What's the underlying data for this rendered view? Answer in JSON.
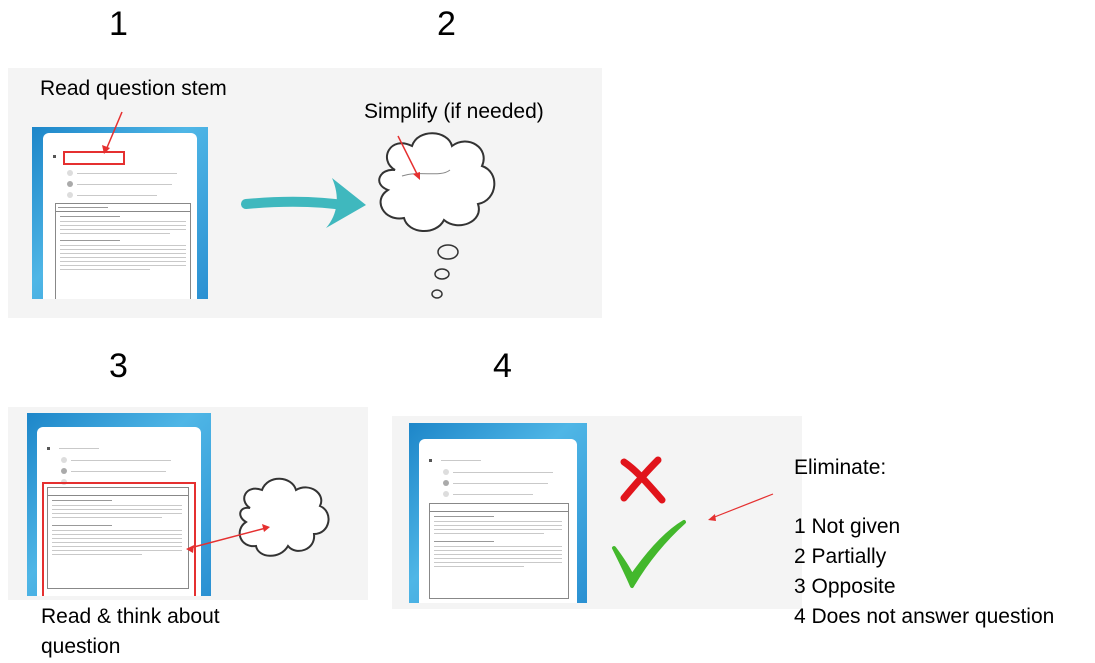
{
  "steps": [
    {
      "number": "1",
      "label": "Read question stem"
    },
    {
      "number": "2",
      "label": "Simplify (if needed)"
    },
    {
      "number": "3",
      "label_line1": "Read & think about",
      "label_line2": "question"
    },
    {
      "number": "4",
      "label": "Eliminate:"
    }
  ],
  "eliminate_items": [
    "1 Not given",
    "2 Partially",
    "3 Opposite",
    "4 Does not answer question"
  ],
  "colors": {
    "arrow_teal": "#3fb8be",
    "highlight_red": "#e53030",
    "cross_red": "#e1141b",
    "check_green": "#43b82c",
    "doc_blue": "#2a90d2"
  },
  "icons": [
    "teal-arrow-icon",
    "thought-cloud-icon",
    "red-cross-icon",
    "green-check-icon"
  ]
}
